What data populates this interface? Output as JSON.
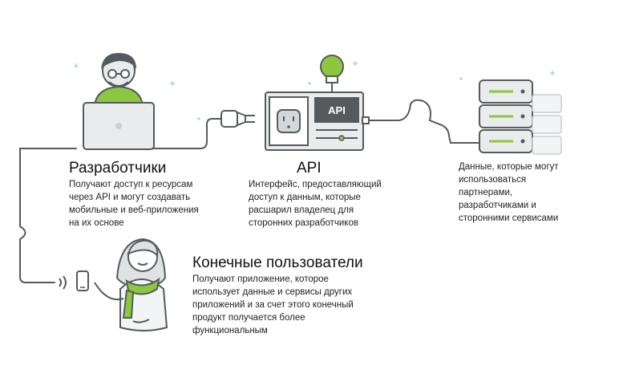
{
  "developers": {
    "title": "Разработчики",
    "description": "Получают доступ к ресурсам\nчерез API и могут создавать\nмобильные и веб-приложения\nна их основе"
  },
  "api": {
    "title": "API",
    "description": "Интерфейс, предоставляющий\nдоступ к данным, которые\nрасшарил владелец для\nсторонних разработчиков",
    "box_label": "API"
  },
  "data": {
    "description": "Данные, которые могут\nиспользоваться\nпартнерами,\nразработчиками и\nсторонними сервисами"
  },
  "end_users": {
    "title": "Конечные пользователи",
    "description": "Получают приложение, которое\nиспользует данные и сервисы других\nприложений и за счет этого конечный\nпродукт получается более\nфункциональным"
  },
  "colors": {
    "outline": "#555a5e",
    "accent_green": "#8dc63f",
    "panel_gray": "#e9ebec",
    "sparkle_blue": "#a9d6f0"
  }
}
